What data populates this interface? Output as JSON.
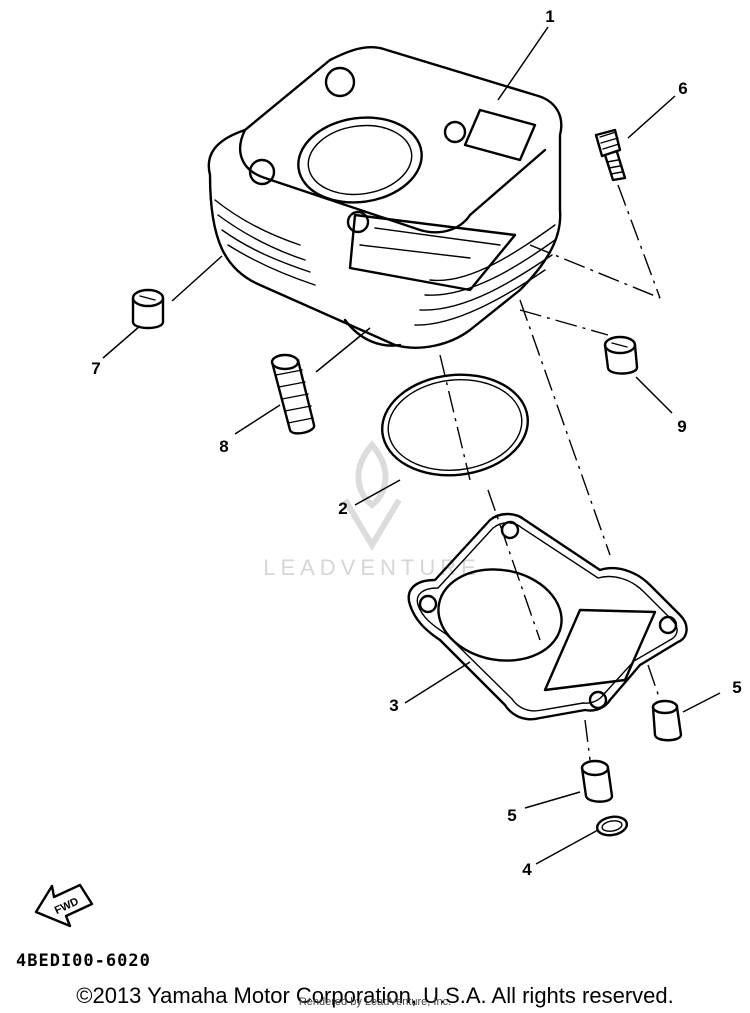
{
  "callouts": {
    "c1": "1",
    "c2": "2",
    "c3": "3",
    "c4": "4",
    "c5a": "5",
    "c5b": "5",
    "c6": "6",
    "c7": "7",
    "c8": "8",
    "c9": "9"
  },
  "fwd_label": "FWD",
  "watermark": "LEADVENTURE",
  "part_code": "4BEDI00-6020",
  "copyright": "©2013 Yamaha Motor Corporation, U.S.A. All rights reserved.",
  "rendered_by": "Rendered by LeadVenture, Inc."
}
